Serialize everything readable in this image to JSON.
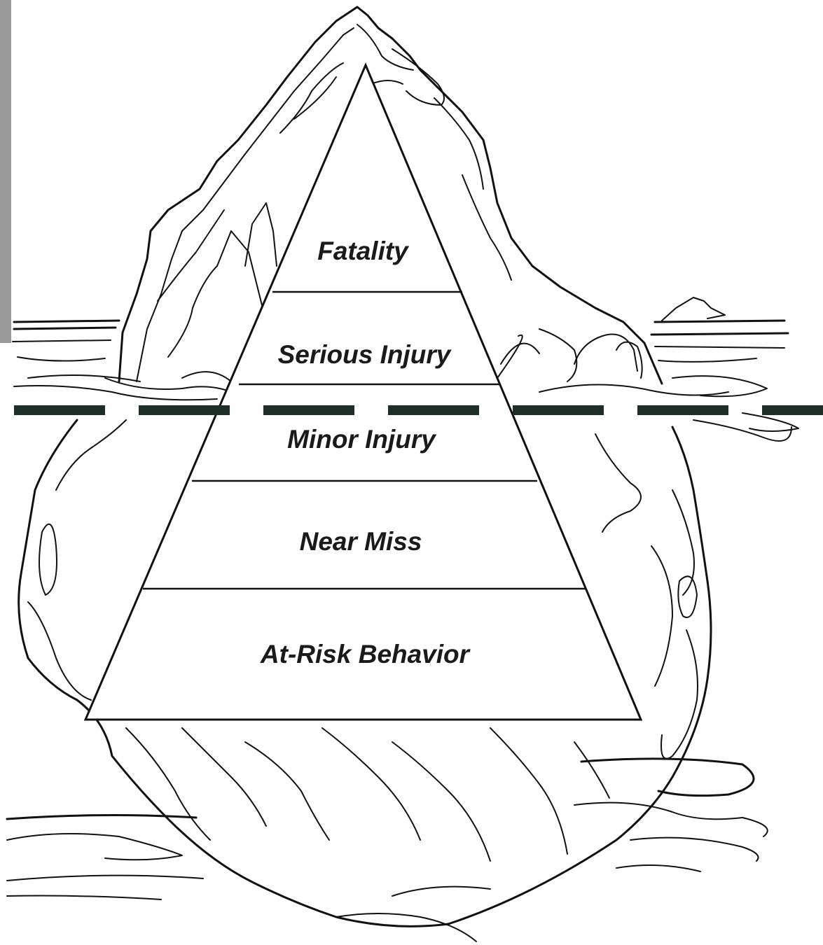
{
  "diagram": {
    "type": "iceberg-pyramid",
    "tiers": [
      {
        "label": "Fatality"
      },
      {
        "label": "Serious Injury"
      },
      {
        "label": "Minor Injury"
      },
      {
        "label": "Near Miss"
      },
      {
        "label": "At-Risk Behavior"
      }
    ],
    "colors": {
      "ink": "#111111",
      "waterline": "#1f2e26",
      "background": "#ffffff"
    }
  }
}
